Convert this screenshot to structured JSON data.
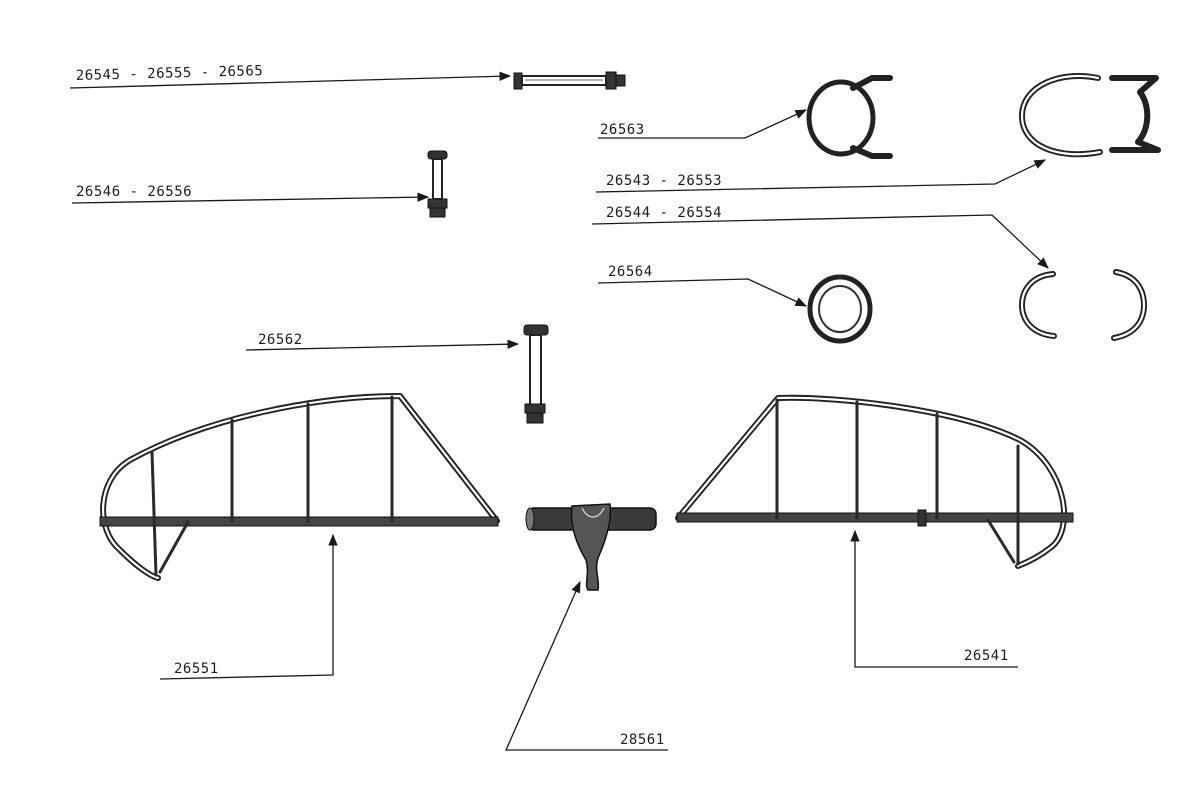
{
  "callouts": {
    "bolt_long": "26545  -  26555  -  26565",
    "bolt_short": "26546 -   26556",
    "bolt_medium": "26562",
    "clamp_fork": "26563",
    "clamp_split_large": "26543  -  26553",
    "clamp_split_small": "26544  -  26554",
    "ring_small": "26564",
    "left_frame": "26551",
    "right_frame": "26541",
    "center_tube": "28561"
  }
}
